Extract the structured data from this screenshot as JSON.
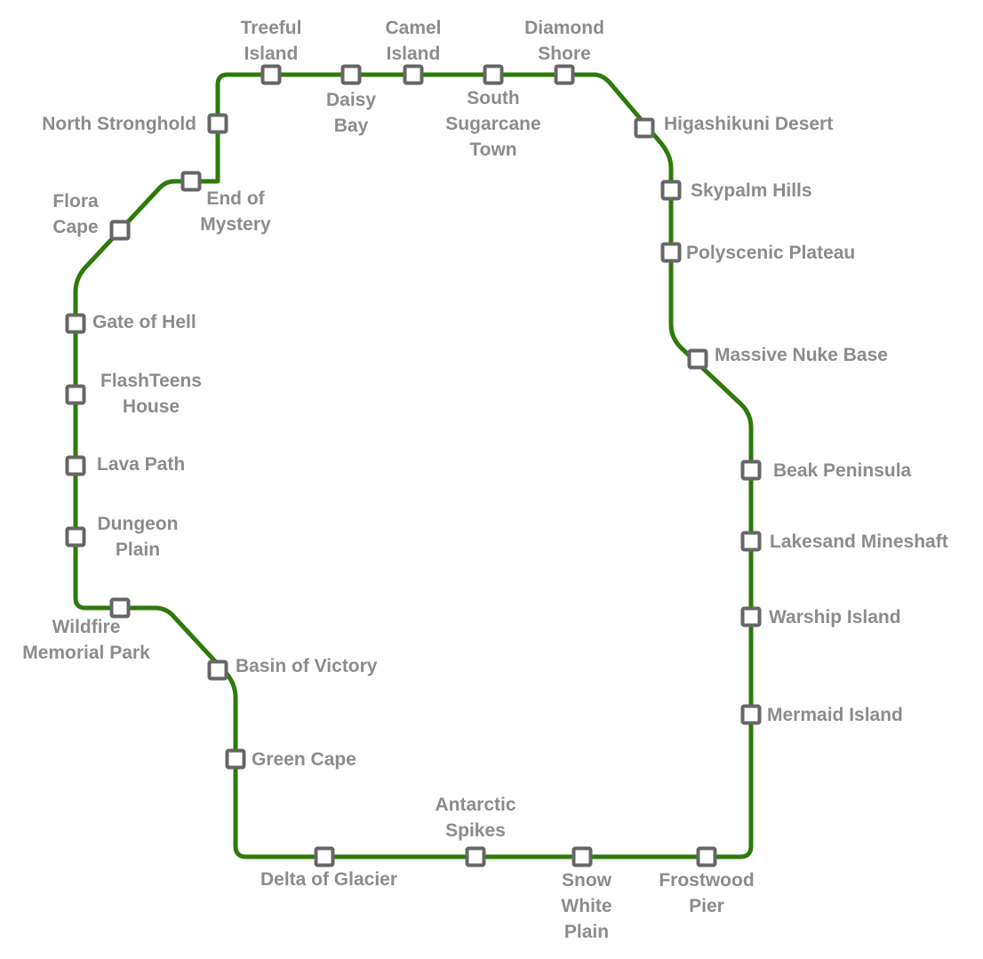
{
  "line": {
    "color": "#2e7a0a",
    "station_fill": "#ffffff",
    "station_stroke": "#666666",
    "label_color": "#8c8c8c"
  },
  "stations": [
    {
      "id": "treeful-island",
      "lines": [
        "Treeful",
        "Island"
      ]
    },
    {
      "id": "daisy-bay",
      "lines": [
        "Daisy",
        "Bay"
      ]
    },
    {
      "id": "camel-island",
      "lines": [
        "Camel",
        "Island"
      ]
    },
    {
      "id": "south-sugarcane-town",
      "lines": [
        "South",
        "Sugarcane",
        "Town"
      ]
    },
    {
      "id": "diamond-shore",
      "lines": [
        "Diamond",
        "Shore"
      ]
    },
    {
      "id": "higashikuni-desert",
      "lines": [
        "Higashikuni Desert"
      ]
    },
    {
      "id": "skypalm-hills",
      "lines": [
        "Skypalm Hills"
      ]
    },
    {
      "id": "polyscenic-plateau",
      "lines": [
        "Polyscenic Plateau"
      ]
    },
    {
      "id": "massive-nuke-base",
      "lines": [
        "Massive Nuke Base"
      ]
    },
    {
      "id": "beak-peninsula",
      "lines": [
        "Beak Peninsula"
      ]
    },
    {
      "id": "lakesand-mineshaft",
      "lines": [
        "Lakesand Mineshaft"
      ]
    },
    {
      "id": "warship-island",
      "lines": [
        "Warship Island"
      ]
    },
    {
      "id": "mermaid-island",
      "lines": [
        "Mermaid Island"
      ]
    },
    {
      "id": "frostwood-pier",
      "lines": [
        "Frostwood",
        "Pier"
      ]
    },
    {
      "id": "snow-white-plain",
      "lines": [
        "Snow",
        "White",
        "Plain"
      ]
    },
    {
      "id": "antarctic-spikes",
      "lines": [
        "Antarctic",
        "Spikes"
      ]
    },
    {
      "id": "delta-of-glacier",
      "lines": [
        "Delta of Glacier"
      ]
    },
    {
      "id": "green-cape",
      "lines": [
        "Green Cape"
      ]
    },
    {
      "id": "basin-of-victory",
      "lines": [
        "Basin of Victory"
      ]
    },
    {
      "id": "wildfire-memorial-park",
      "lines": [
        "Wildfire",
        "Memorial Park"
      ]
    },
    {
      "id": "dungeon-plain",
      "lines": [
        "Dungeon",
        "Plain"
      ]
    },
    {
      "id": "lava-path",
      "lines": [
        "Lava Path"
      ]
    },
    {
      "id": "flashteens-house",
      "lines": [
        "FlashTeens",
        "House"
      ]
    },
    {
      "id": "gate-of-hell",
      "lines": [
        "Gate of Hell"
      ]
    },
    {
      "id": "flora-cape",
      "lines": [
        "Flora",
        "Cape"
      ]
    },
    {
      "id": "end-of-mystery",
      "lines": [
        "End of",
        "Mystery"
      ]
    },
    {
      "id": "north-stronghold",
      "lines": [
        "North Stronghold"
      ]
    }
  ]
}
